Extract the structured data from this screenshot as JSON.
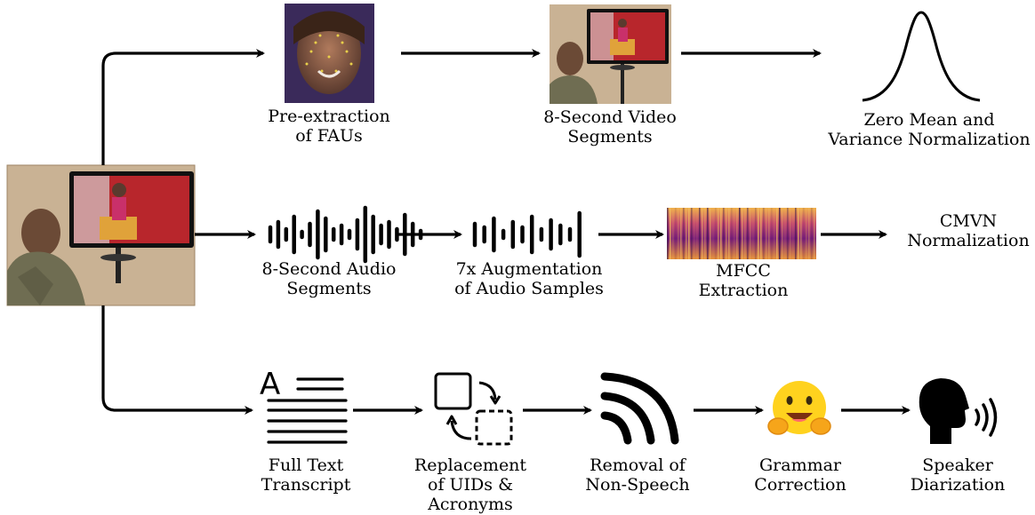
{
  "pipeline": {
    "video": {
      "fau": [
        "Pre-extraction",
        "of FAUs"
      ],
      "segments": [
        "8-Second Video",
        "Segments"
      ],
      "norm": [
        "Zero Mean and",
        "Variance Normalization"
      ]
    },
    "audio": {
      "segments": [
        "8-Second Audio",
        "Segments"
      ],
      "augment": [
        "7x Augmentation",
        "of Audio Samples"
      ],
      "mfcc": [
        "MFCC",
        "Extraction"
      ],
      "cmvn": [
        "CMVN",
        "Normalization"
      ]
    },
    "text": {
      "transcript": [
        "Full Text",
        "Transcript"
      ],
      "replace": [
        "Replacement",
        "of UIDs &",
        "Acronyms"
      ],
      "removal": [
        "Removal of",
        "Non-Speech"
      ],
      "grammar": [
        "Grammar",
        "Correction"
      ],
      "diarize": [
        "Speaker",
        "Diarization"
      ],
      "transcript_letter": "A"
    }
  },
  "icons": {
    "source": "soldier-watching-tv-photo",
    "fau": "face-landmarks-photo",
    "video": "video-segment-photo",
    "norm": "gaussian-curve-icon",
    "waveform": "audio-waveform-icon",
    "spectrogram": "mfcc-spectrogram-icon",
    "transcript": "text-transcript-icon",
    "replace": "swap-boxes-icon",
    "removal": "signal-arcs-icon",
    "grammar": "hugging-face-icon",
    "speaker": "speaking-head-icon"
  },
  "colors": {
    "wall": "#c9b294",
    "tv_screen": "#b8262c",
    "spectrogram_hot": "#e8a23a",
    "spectrogram_cold": "#2a0c4a",
    "emoji": "#ffd21e"
  }
}
